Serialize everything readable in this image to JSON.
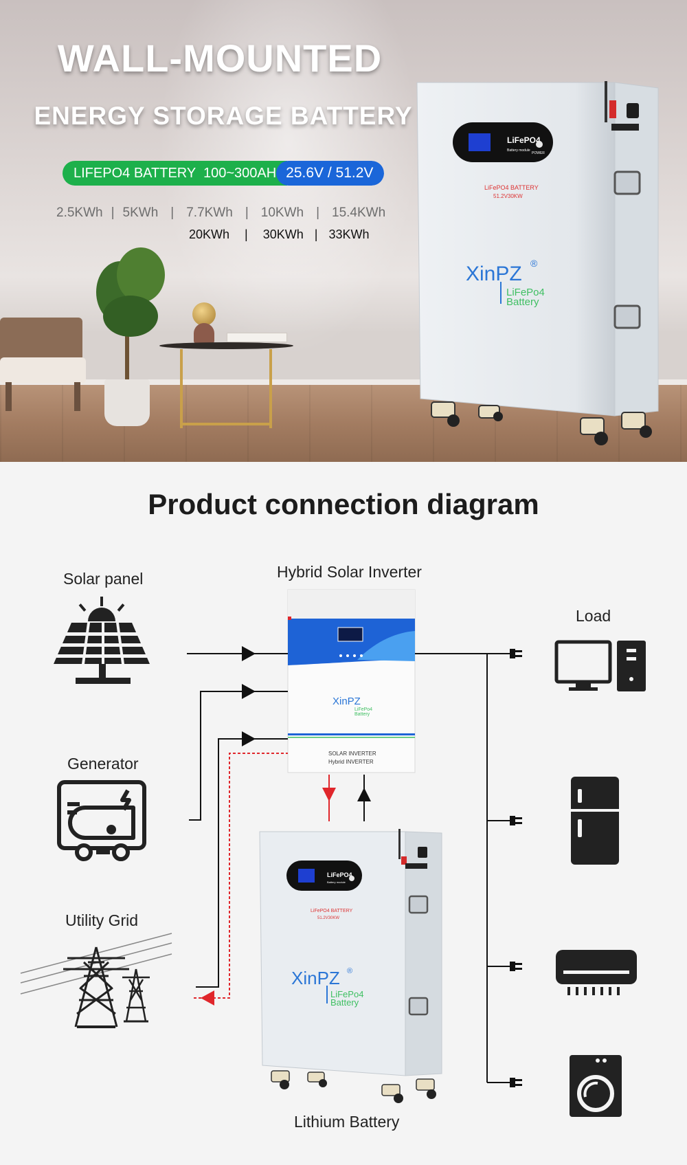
{
  "hero": {
    "title_line1": "WALL-MOUNTED",
    "title_line2": "ENERGY STORAGE BATTERY",
    "pill_green": "LIFEPO4 BATTERY  100~300AH",
    "pill_blue": "25.6V / 51.2V",
    "capacities_row1": [
      "2.5KWh",
      "5KWh",
      "7.7KWh",
      "10KWh",
      "15.4KWh"
    ],
    "capacities_row2": [
      "20KWh",
      "30KWh",
      "33KWh"
    ],
    "battery_panel_text": "LiFePO4",
    "battery_panel_sub": "Battery module",
    "battery_power": "POWER",
    "battery_label_line1": "LiFePO4  BATTERY",
    "battery_label_line2": "51.2V30KW",
    "brand": "XinPZ",
    "brand_reg": "®",
    "brand_sub1": "LiFePo4",
    "brand_sub2": "Battery"
  },
  "diagram": {
    "title": "Product connection diagram",
    "labels": {
      "solar_panel": "Solar panel",
      "inverter": "Hybrid Solar Inverter",
      "load": "Load",
      "generator": "Generator",
      "utility_grid": "Utility Grid",
      "lithium_battery": "Lithium Battery"
    },
    "inverter_text_1": "SOLAR INVERTER",
    "inverter_text_2": "Hybrid INVERTER",
    "inverter_brand": "XinPZ",
    "inverter_brand_sub1": "LiFePo4",
    "inverter_brand_sub2": "Battery",
    "battery_panel_text": "LiFePO4",
    "battery_panel_sub": "Battery module",
    "battery_label_line1": "LiFePO4  BATTERY",
    "battery_label_line2": "51.2V30KW",
    "battery_brand": "XinPZ",
    "battery_brand_reg": "®",
    "battery_brand_sub1": "LiFePo4",
    "battery_brand_sub2": "Battery",
    "colors": {
      "line": "#111111",
      "red": "#e0262b",
      "icon": "#2b2b2b",
      "inverter_blue": "#1e63d6"
    },
    "icons": [
      "solar-panel-icon",
      "generator-icon",
      "power-tower-icon",
      "computer-icon",
      "refrigerator-icon",
      "air-conditioner-icon",
      "washing-machine-icon",
      "plug-icon"
    ]
  }
}
